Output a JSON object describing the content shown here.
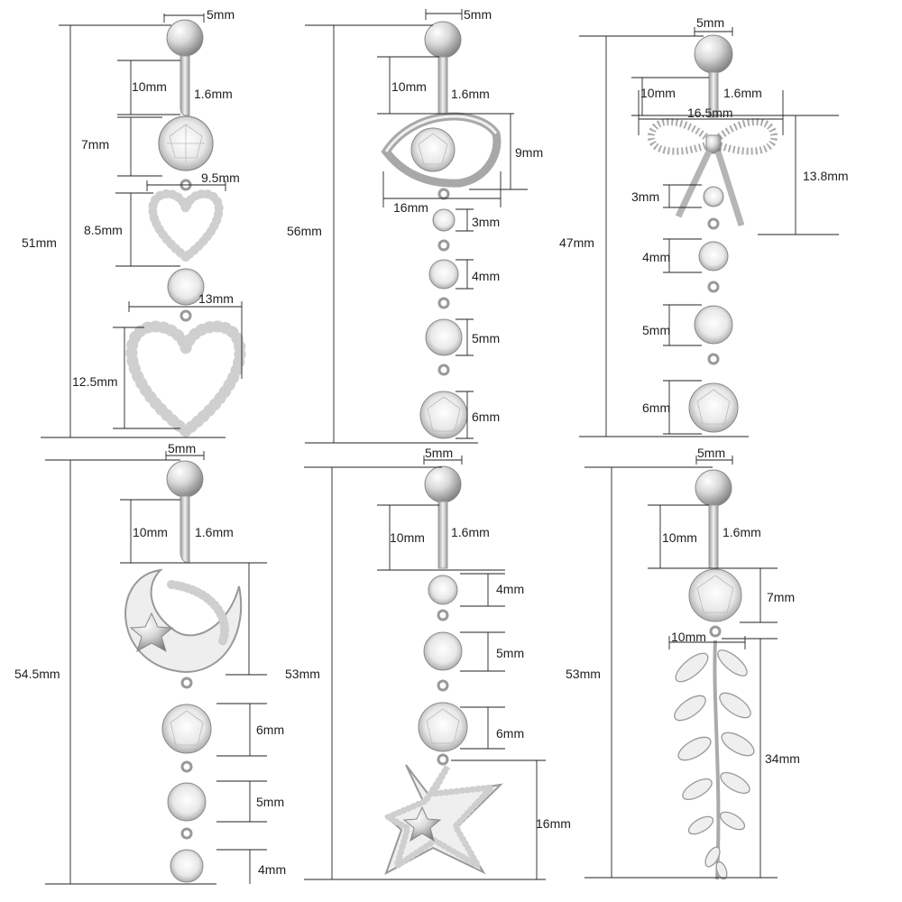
{
  "items": [
    {
      "name": "heart",
      "total": "51mm",
      "ball": "5mm",
      "bar_length": "10mm",
      "gauge": "1.6mm",
      "parts": [
        "7mm",
        "9.5mm",
        "8.5mm",
        "13mm",
        "12.5mm"
      ]
    },
    {
      "name": "eye",
      "total": "56mm",
      "ball": "5mm",
      "bar_length": "10mm",
      "gauge": "1.6mm",
      "parts": [
        "9mm",
        "16mm",
        "3mm",
        "4mm",
        "5mm",
        "6mm"
      ]
    },
    {
      "name": "bow",
      "total": "47mm",
      "ball": "5mm",
      "bar_length": "10mm",
      "gauge": "1.6mm",
      "parts": [
        "16.5mm",
        "13.8mm",
        "3mm",
        "4mm",
        "5mm",
        "6mm"
      ]
    },
    {
      "name": "moon",
      "total": "54.5mm",
      "ball": "5mm",
      "bar_length": "10mm",
      "gauge": "1.6mm",
      "parts": [
        "6mm",
        "5mm",
        "4mm"
      ]
    },
    {
      "name": "star",
      "total": "53mm",
      "ball": "5mm",
      "bar_length": "10mm",
      "gauge": "1.6mm",
      "parts": [
        "4mm",
        "5mm",
        "6mm",
        "16mm"
      ]
    },
    {
      "name": "leaf",
      "total": "53mm",
      "ball": "5mm",
      "bar_length": "10mm",
      "gauge": "1.6mm",
      "parts": [
        "7mm",
        "10mm",
        "34mm"
      ]
    }
  ],
  "colors": {
    "metal_light": "#f4f4f4",
    "metal_dark": "#8c8c8c",
    "line": "#222222"
  }
}
